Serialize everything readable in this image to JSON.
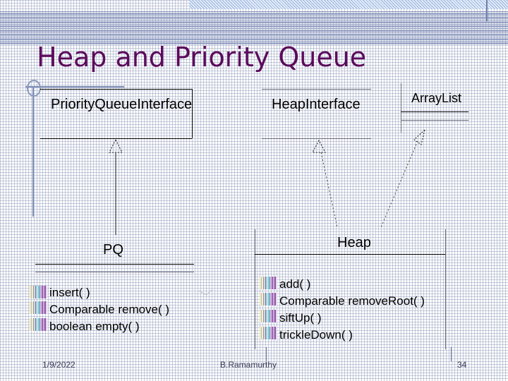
{
  "slide": {
    "title": "Heap and Priority Queue",
    "title_color": "#5C0A5C",
    "background_color": "#ffffff",
    "grid_color": "#96a0be"
  },
  "diagram": {
    "type": "uml-class-diagram",
    "classes": [
      {
        "id": "priority-queue-interface",
        "name": "PriorityQueueInterface",
        "members": []
      },
      {
        "id": "heap-interface",
        "name": "HeapInterface",
        "members": []
      },
      {
        "id": "array-list",
        "name": "ArrayList",
        "members": []
      },
      {
        "id": "pq",
        "name": "PQ",
        "members": [
          "insert( )",
          "Comparable remove( )",
          "boolean empty( )"
        ]
      },
      {
        "id": "heap",
        "name": "Heap",
        "members": [
          "add( )",
          "Comparable removeRoot( )",
          "siftUp( )",
          "trickleDown( )"
        ]
      }
    ],
    "relations": [
      {
        "from": "pq",
        "to": "priority-queue-interface",
        "kind": "realization"
      },
      {
        "from": "heap",
        "to": "heap-interface",
        "kind": "realization"
      },
      {
        "from": "heap",
        "to": "array-list",
        "kind": "realization"
      }
    ]
  },
  "footer": {
    "date": "1/9/2022",
    "author": "B.Ramamurthy",
    "page_number": "34"
  }
}
